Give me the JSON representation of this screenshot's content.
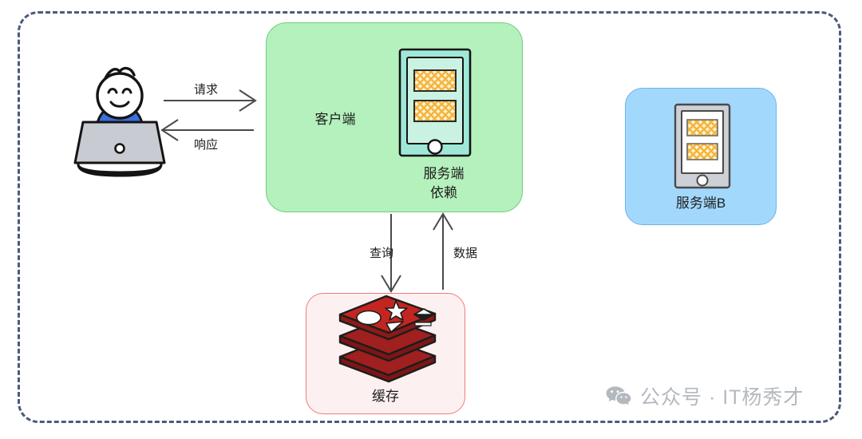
{
  "diagram": {
    "frame": {
      "style": "dashed-rounded-rectangle",
      "color": "#4a5b7a"
    },
    "boxes": {
      "client": {
        "label": "客户端",
        "inner_label": "服务端\n依赖",
        "fill": "#b5f1bc",
        "stroke": "#6dcf7c",
        "device_icon": "tablet-device-teal-icon"
      },
      "server_b": {
        "label": "服务端B",
        "fill": "#a3d8fd",
        "stroke": "#6bb4ea",
        "device_icon": "tablet-device-gray-icon"
      },
      "cache": {
        "label": "缓存",
        "fill": "#fdf0f0",
        "stroke": "#f07b7b",
        "logo_icon": "redis-stacked-layers-icon"
      }
    },
    "actor": {
      "name": "user-at-laptop",
      "shirt_color": "#3b6ee0",
      "laptop_color": "#c8cbd2",
      "expression": "smiling"
    },
    "arrows": [
      {
        "name": "request-arrow",
        "label": "请求",
        "direction": "right",
        "from": "user",
        "to": "client"
      },
      {
        "name": "response-arrow",
        "label": "响应",
        "direction": "left",
        "from": "client",
        "to": "user"
      },
      {
        "name": "query-arrow",
        "label": "查询",
        "direction": "down",
        "from": "client",
        "to": "cache"
      },
      {
        "name": "data-arrow",
        "label": "数据",
        "direction": "up",
        "from": "cache",
        "to": "client"
      }
    ],
    "watermark": {
      "icon": "wechat-icon",
      "text": "公众号 · IT杨秀才",
      "color": "#b4b8bf"
    }
  }
}
